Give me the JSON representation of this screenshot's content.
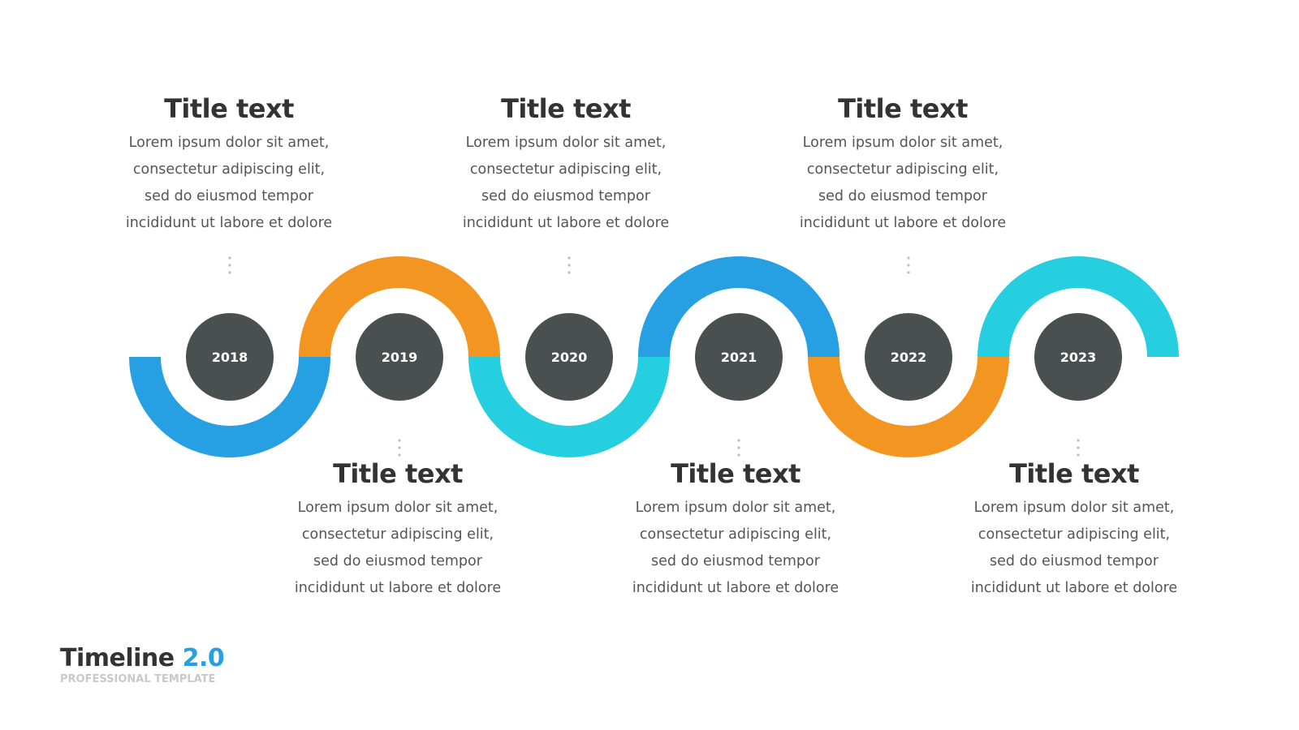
{
  "colors": {
    "blue": "#279fe3",
    "orange": "#f39621",
    "cyan": "#26cfe0",
    "node": "#4a4f50",
    "dots": "#bdbdbd",
    "title": "#333333",
    "body": "#555555"
  },
  "milestones": [
    {
      "year": "2018",
      "title": "Title text",
      "lines": [
        "Lorem ipsum dolor sit amet,",
        "consectetur adipiscing elit,",
        "sed do eiusmod tempor",
        "incididunt ut labore et dolore"
      ]
    },
    {
      "year": "2019",
      "title": "Title text",
      "lines": [
        "Lorem ipsum dolor sit amet,",
        "consectetur adipiscing elit,",
        "sed do eiusmod tempor",
        "incididunt ut labore et dolore"
      ]
    },
    {
      "year": "2020",
      "title": "Title text",
      "lines": [
        "Lorem ipsum dolor sit amet,",
        "consectetur adipiscing elit,",
        "sed do eiusmod tempor",
        "incididunt ut labore et dolore"
      ]
    },
    {
      "year": "2021",
      "title": "Title text",
      "lines": [
        "Lorem ipsum dolor sit amet,",
        "consectetur adipiscing elit,",
        "sed do eiusmod tempor",
        "incididunt ut labore et dolore"
      ]
    },
    {
      "year": "2022",
      "title": "Title text",
      "lines": [
        "Lorem ipsum dolor sit amet,",
        "consectetur adipiscing elit,",
        "sed do eiusmod tempor",
        "incididunt ut labore et dolore"
      ]
    },
    {
      "year": "2023",
      "title": "Title text",
      "lines": [
        "Lorem ipsum dolor sit amet,",
        "consectetur adipiscing elit,",
        "sed do eiusmod tempor",
        "incididunt ut labore et dolore"
      ]
    }
  ],
  "arcs": [
    {
      "color": "blue"
    },
    {
      "color": "orange"
    },
    {
      "color": "cyan"
    },
    {
      "color": "blue"
    },
    {
      "color": "orange"
    },
    {
      "color": "cyan"
    }
  ],
  "brand": {
    "title": "Timeline",
    "version": "2.0",
    "subtitle": "PROFESSIONAL TEMPLATE"
  }
}
